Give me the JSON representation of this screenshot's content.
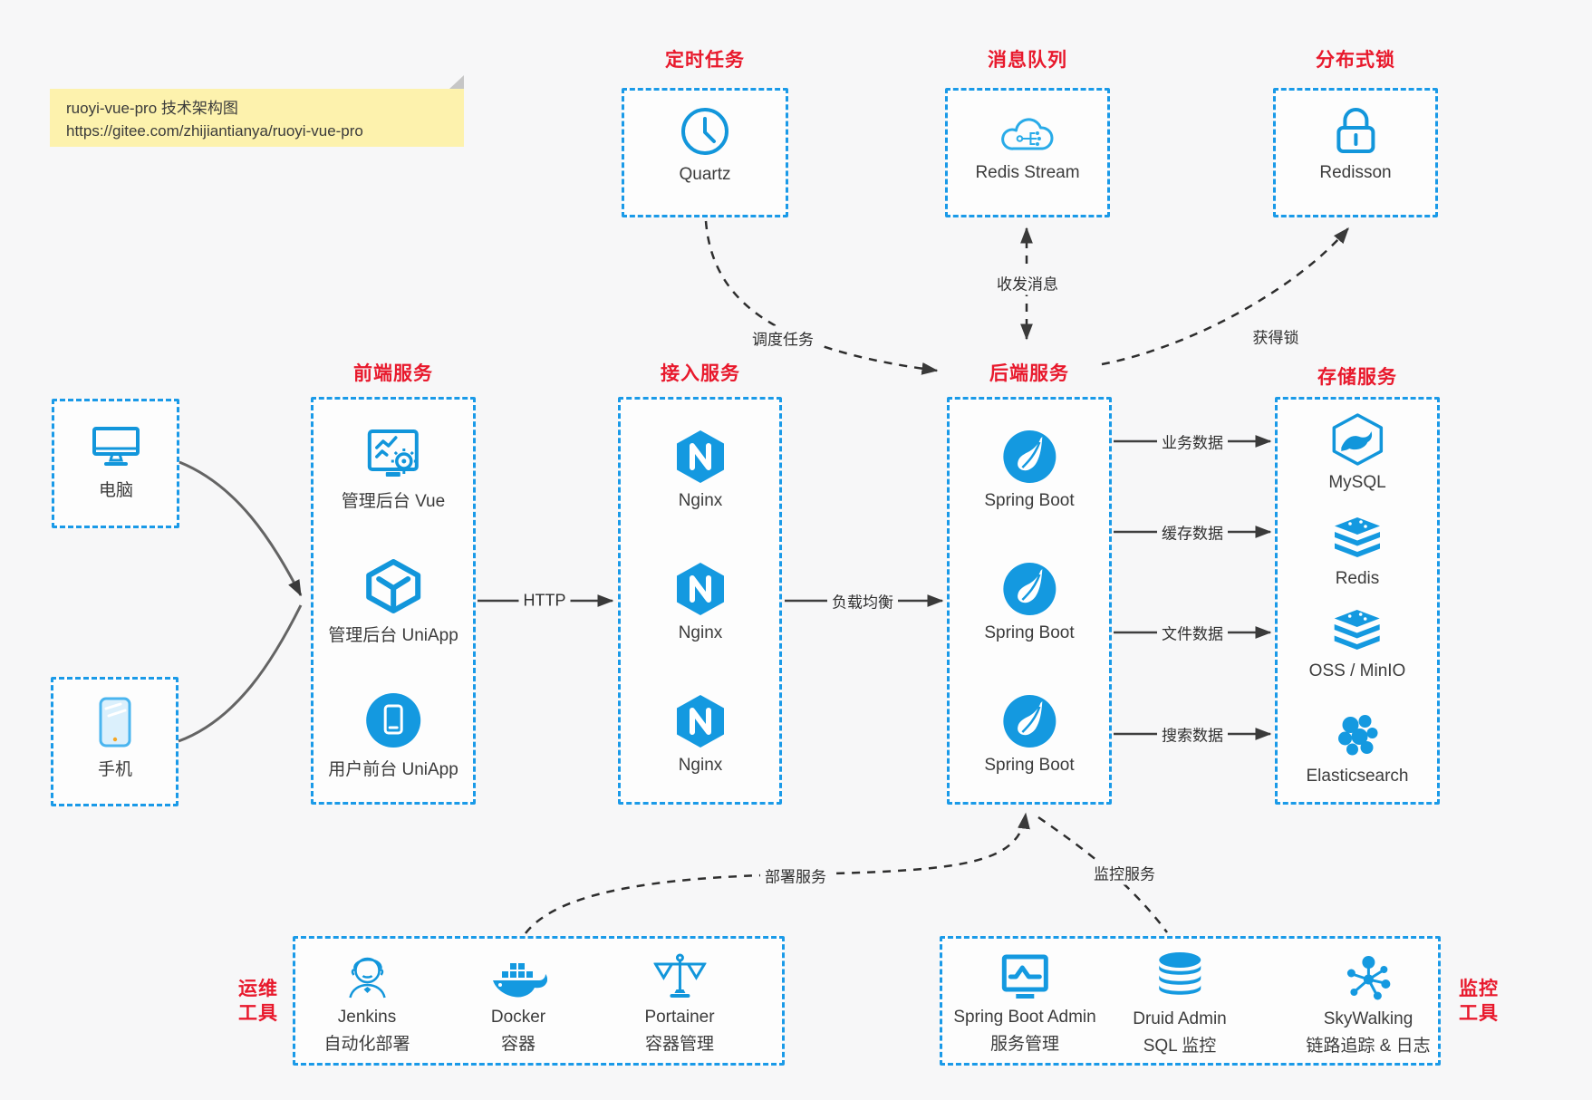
{
  "colors": {
    "accent_blue": "#1a9ae8",
    "icon_stroke_blue": "#1296db",
    "icon_fill_blue": "#1499e0",
    "label_red": "#e8192c",
    "arrow_dark": "#3a3a3a",
    "note_bg": "#fdf2ad",
    "canvas_bg": "#f7f7f8"
  },
  "note": {
    "line1": "ruoyi-vue-pro 技术架构图",
    "line2": "https://gitee.com/zhijiantianya/ruoyi-vue-pro"
  },
  "clients": [
    {
      "label": "电脑"
    },
    {
      "label": "手机"
    }
  ],
  "sections": {
    "scheduled_task": {
      "label": "定时任务",
      "item": "Quartz"
    },
    "message_queue": {
      "label": "消息队列",
      "item": "Redis Stream"
    },
    "distributed_lock": {
      "label": "分布式锁",
      "item": "Redisson"
    },
    "frontend": {
      "label": "前端服务",
      "items": [
        "管理后台 Vue",
        "管理后台 UniApp",
        "用户前台 UniApp"
      ]
    },
    "gateway": {
      "label": "接入服务",
      "items": [
        "Nginx",
        "Nginx",
        "Nginx"
      ]
    },
    "backend": {
      "label": "后端服务",
      "items": [
        "Spring Boot",
        "Spring Boot",
        "Spring Boot"
      ]
    },
    "storage": {
      "label": "存储服务",
      "items": [
        "MySQL",
        "Redis",
        "OSS / MinIO",
        "Elasticsearch"
      ]
    },
    "ops": {
      "label_line1": "运维",
      "label_line2": "工具",
      "items": [
        {
          "name": "Jenkins",
          "desc": "自动化部署"
        },
        {
          "name": "Docker",
          "desc": "容器"
        },
        {
          "name": "Portainer",
          "desc": "容器管理"
        }
      ]
    },
    "monitoring": {
      "label_line1": "监控",
      "label_line2": "工具",
      "items": [
        {
          "name": "Spring Boot Admin",
          "desc": "服务管理"
        },
        {
          "name": "Druid Admin",
          "desc": "SQL 监控"
        },
        {
          "name": "SkyWalking",
          "desc": "链路追踪 & 日志"
        }
      ]
    }
  },
  "edges": {
    "http": "HTTP",
    "load_balance": "负载均衡",
    "business_data": "业务数据",
    "cache_data": "缓存数据",
    "file_data": "文件数据",
    "search_data": "搜索数据",
    "schedule_task": "调度任务",
    "send_receive_message": "收发消息",
    "acquire_lock": "获得锁",
    "deploy_service": "部署服务",
    "monitor_service": "监控服务"
  }
}
